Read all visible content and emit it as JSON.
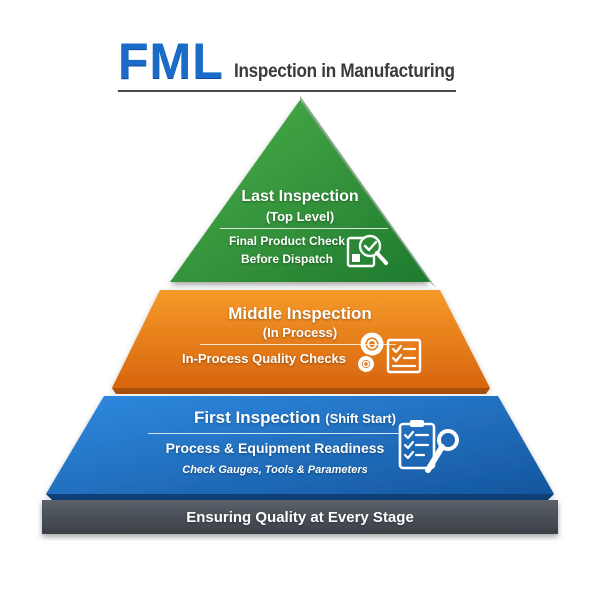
{
  "header": {
    "logo": "FML",
    "subtitle": "Inspection in Manufacturing"
  },
  "levels": {
    "top": {
      "title": "Last Inspection",
      "subtitle": "(Top Level)",
      "desc_line1": "Final Product Check",
      "desc_line2": "Before Dispatch",
      "icon": "magnifier-checklist-icon",
      "color": "#2e8b3a"
    },
    "middle": {
      "title": "Middle Inspection",
      "subtitle": "(In Process)",
      "desc": "In-Process Quality Checks",
      "icon": "gears-checklist-icon",
      "color": "#e8801a"
    },
    "bottom": {
      "title": "First Inspection",
      "title_note": "(Shift Start)",
      "desc": "Process & Equipment Readiness",
      "desc2": "Check Gauges, Tools & Parameters",
      "icon": "clipboard-wrench-icon",
      "color": "#1f6fc0"
    }
  },
  "footer": {
    "text": "Ensuring Quality at Every Stage",
    "color": "#4a4f57"
  }
}
